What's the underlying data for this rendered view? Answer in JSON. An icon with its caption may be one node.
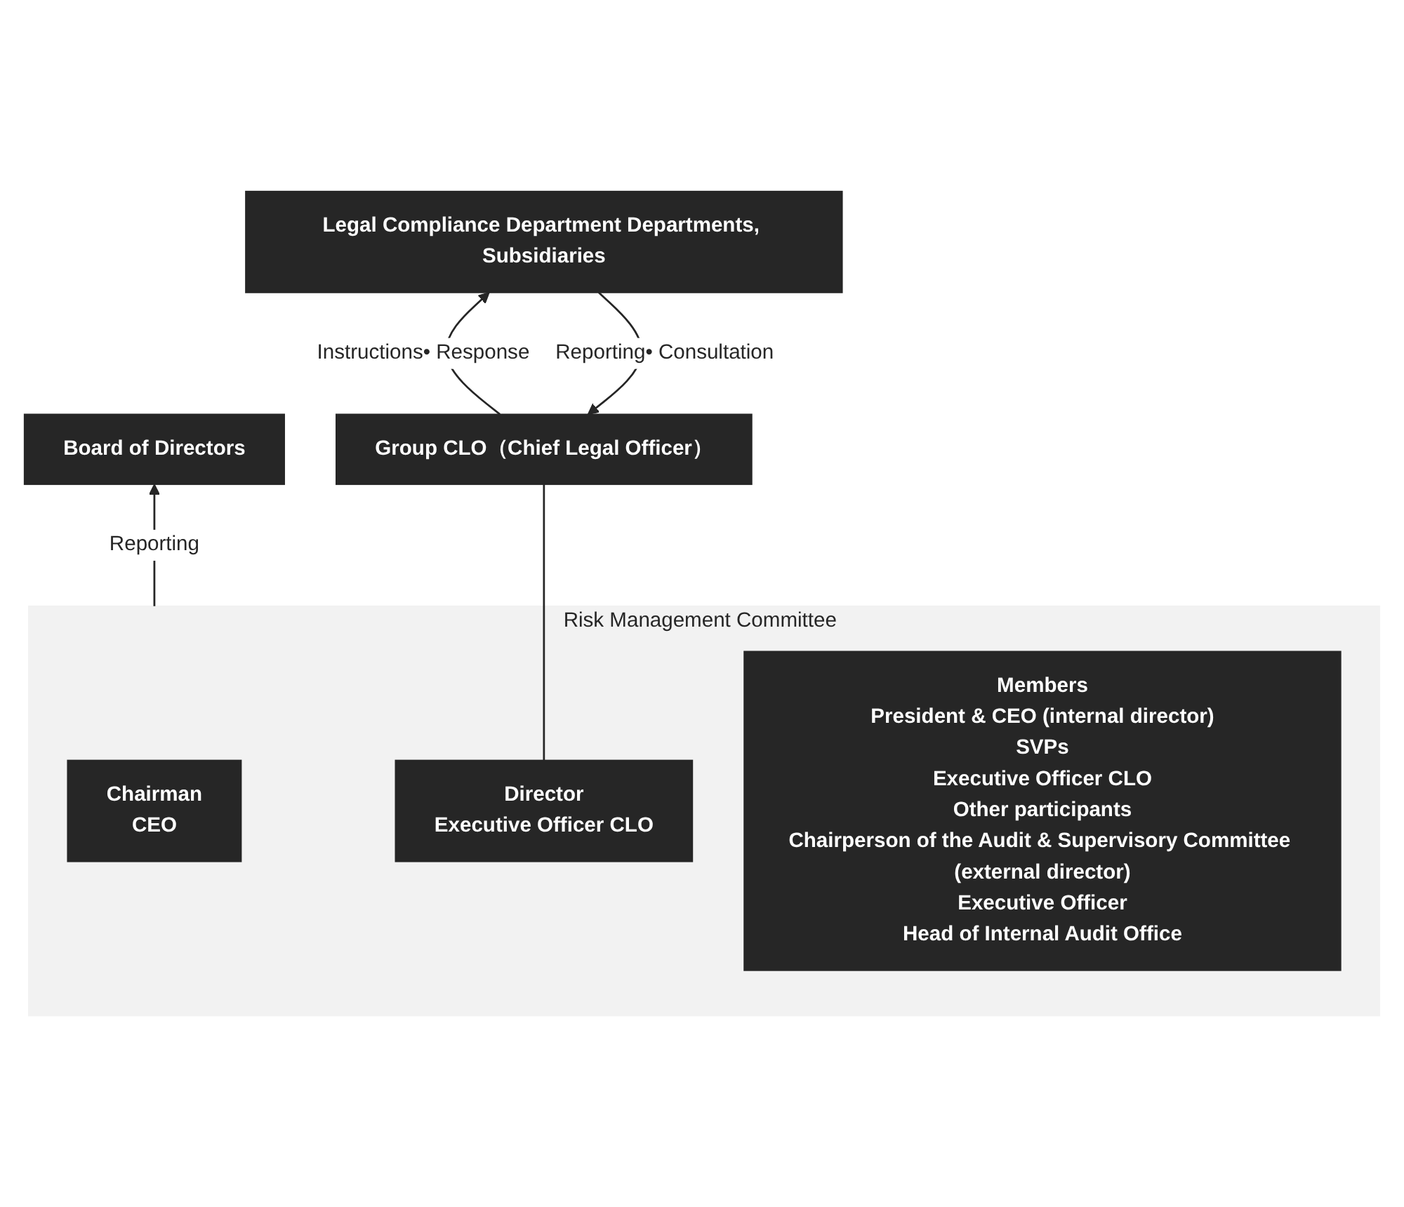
{
  "diagram": {
    "nodes": [
      {
        "text": [
          "Board of Directors"
        ]
      },
      {
        "text": [
          "Risk Management Committee"
        ]
      },
      {
        "text": [
          "Chairman",
          "CEO"
        ],
        "in": 1
      },
      {
        "text": [
          "Director",
          "Executive Officer CLO"
        ],
        "in": 1
      },
      {
        "text": [
          "Members",
          "President & CEO (internal director)",
          "SVPs",
          "Executive Officer CLO",
          "Other participants",
          "Chairperson of the Audit & Supervisory Committee (external director)",
          "Executive Officer",
          "Head of Internal Audit Office"
        ],
        "in": 1
      },
      {
        "text": [
          "Group CLO（Chief Legal Officer）"
        ]
      },
      {
        "text": [
          "Legal Compliance Department Departments, Subsidiaries"
        ]
      }
    ],
    "edges": [
      {
        "from": 1,
        "to": 0,
        "arrow": "to",
        "label": "Reporting"
      },
      {
        "from": 3,
        "to": 5,
        "arrow": "none"
      },
      {
        "from": 5,
        "to": 6,
        "arrow": "to",
        "label": "Instructions• Response"
      },
      {
        "from": 6,
        "to": 5,
        "arrow": "to",
        "label": "Reporting• Consultation"
      }
    ]
  }
}
